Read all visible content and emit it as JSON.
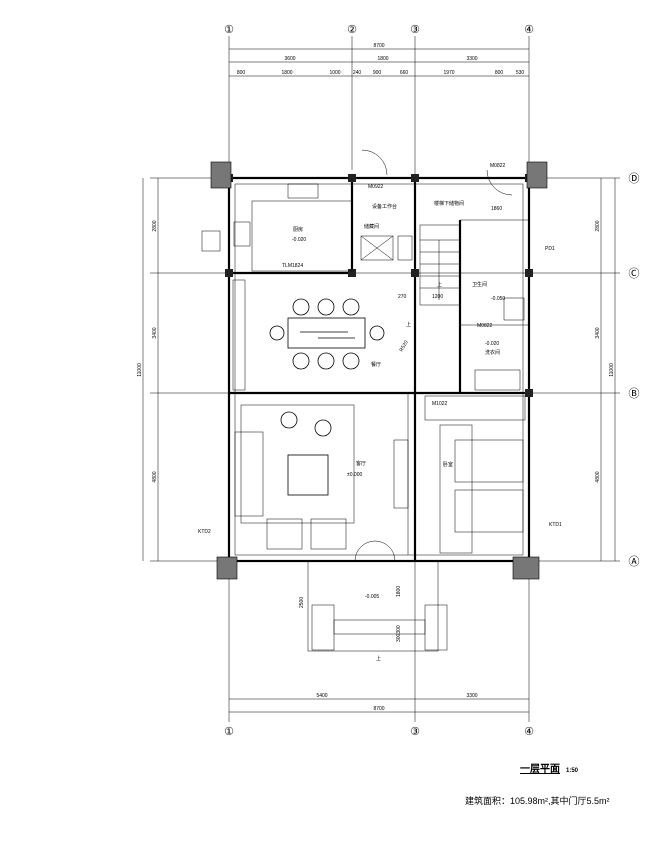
{
  "axes_top": [
    "①",
    "②",
    "③",
    "④"
  ],
  "axes_right": [
    "Ⓓ",
    "Ⓒ",
    "Ⓑ",
    "Ⓐ"
  ],
  "axes_bottom": [
    "①",
    "③",
    "④"
  ],
  "dims_top": {
    "total": "8700",
    "mid": [
      "3600",
      "1800",
      "3300"
    ],
    "detail": [
      "800",
      "1800",
      "1000",
      "240",
      "900",
      "660",
      "1970",
      "800",
      "530"
    ]
  },
  "dims_side": {
    "total": "11000",
    "parts": [
      "2800",
      "3400",
      "4800"
    ]
  },
  "dims_bottom": {
    "total": "8700",
    "parts": [
      "5400",
      "3300"
    ]
  },
  "labels": {
    "m0922_a": "M0922",
    "m0822_top": "M0822",
    "m0822_b": "M0822",
    "m1022": "M1022",
    "tlm1824": "TLM1824",
    "pd1": "PD1",
    "ktd1": "KTD1",
    "ktd2": "KTD2",
    "d1860": "1860",
    "d270": "270",
    "d1200": "1200",
    "d520": "R520",
    "d2500": "2500",
    "d1800": "1800",
    "d300": "300300",
    "up1": "上",
    "up2": "上",
    "up3": "上",
    "lv_kitchen": "-0.020",
    "lv_wc": "-0.050",
    "lv_wash": "-0.020",
    "lv_living": "±0.000",
    "lv_porch": "-0.005",
    "room_kitchen": "厨房",
    "room_storage": "储藏间",
    "room_utility": "设备工作台",
    "room_stair": "楼梯下储物间",
    "room_wc": "卫生间",
    "room_wash": "洗衣间",
    "room_dining": "餐厅",
    "room_living": "客厅",
    "room_bed": "卧室"
  },
  "footer": {
    "title": "一层平面",
    "scale": "1:50",
    "area": "建筑面积：105.98m²,其中门厅5.5m²"
  }
}
